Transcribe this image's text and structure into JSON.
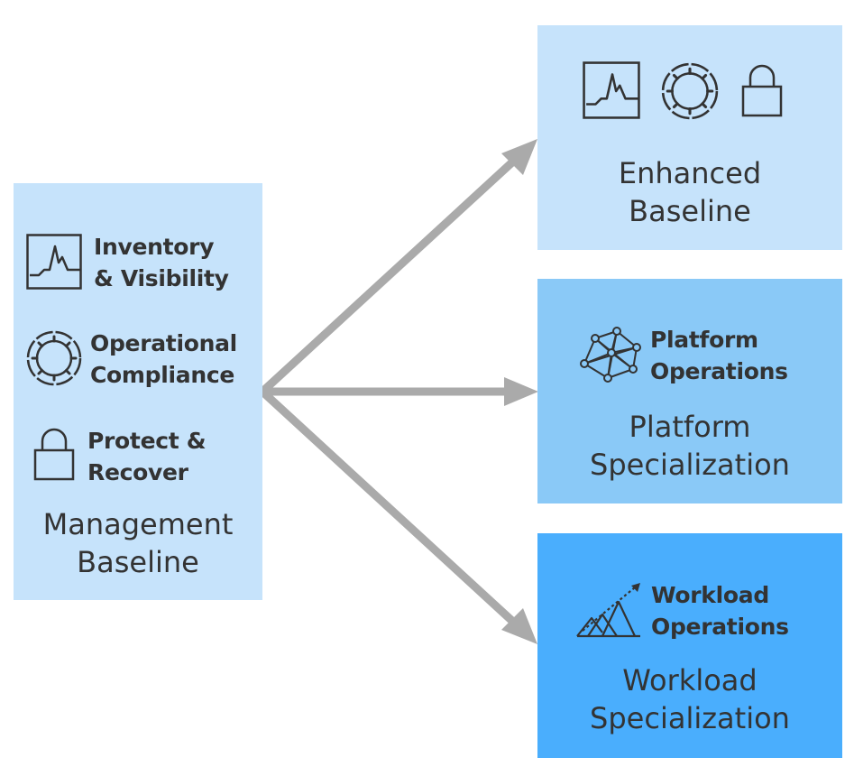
{
  "baseline": {
    "items": [
      {
        "line1": "Inventory",
        "line2": "& Visibility"
      },
      {
        "line1": "Operational",
        "line2": "Compliance"
      },
      {
        "line1": "Protect &",
        "line2": "Recover"
      }
    ],
    "title_line1": "Management",
    "title_line2": "Baseline"
  },
  "enhanced": {
    "title_line1": "Enhanced",
    "title_line2": "Baseline"
  },
  "platform": {
    "label_line1": "Platform",
    "label_line2": "Operations",
    "title_line1": "Platform",
    "title_line2": "Specialization"
  },
  "workload": {
    "label_line1": "Workload",
    "label_line2": "Operations",
    "title_line1": "Workload",
    "title_line2": "Specialization"
  },
  "colors": {
    "light_blue": "#c6e3fb",
    "mid_blue": "#8ac9f7",
    "strong_blue": "#4aaefd",
    "arrow": "#aaaaaa",
    "text": "#333333"
  }
}
